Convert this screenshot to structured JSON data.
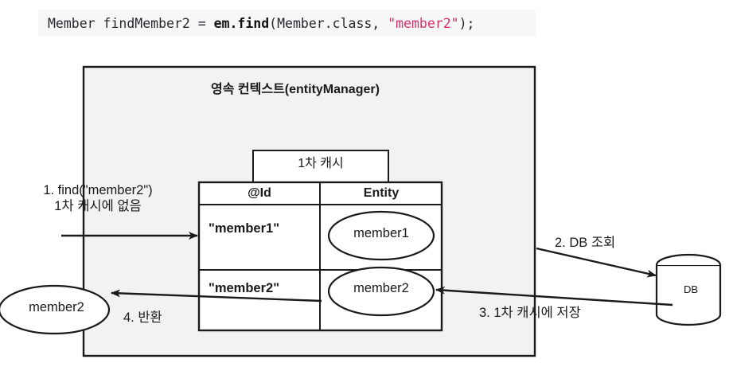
{
  "code": {
    "prefix": "Member findMember2 = ",
    "method": "em.find",
    "args_open": "(Member.class, ",
    "string_literal": "\"member2\"",
    "suffix": ");",
    "string_color": "#d6336c",
    "background": "#f7f7f7"
  },
  "diagram": {
    "context_title": "영속 컨텍스트(entityManager)",
    "cache_title": "1차 캐시",
    "table": {
      "headers": [
        "@Id",
        "Entity"
      ],
      "rows": [
        {
          "id": "\"member1\"",
          "entity": "member1"
        },
        {
          "id": "\"member2\"",
          "entity": "member2"
        }
      ]
    },
    "external_entity": "member2",
    "database_label": "DB",
    "steps": [
      {
        "number": "1",
        "line1": "1. find(\"member2\")",
        "line2": "1차 캐시에 없음"
      },
      {
        "number": "2",
        "text": "2. DB 조회"
      },
      {
        "number": "3",
        "text": "3. 1차 캐시에 저장"
      },
      {
        "number": "4",
        "text": "4. 반환"
      }
    ],
    "colors": {
      "container_fill": "#f2f2f2",
      "stroke": "#1a1a1a",
      "shape_fill": "#ffffff"
    }
  }
}
